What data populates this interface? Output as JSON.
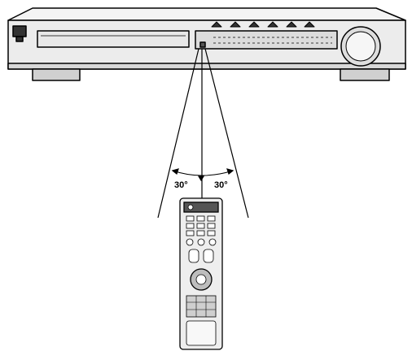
{
  "diagram": {
    "angle_left_label": "30°",
    "angle_right_label": "30°"
  },
  "colors": {
    "line": "#000000",
    "unit_top": "#f2f2f2",
    "unit_front": "#e6e6e6",
    "display_panel": "#d9d9d9",
    "feet": "#cfcfcf",
    "remote_body": "#eeeeee"
  },
  "icons": [
    "receiver-unit",
    "volume-knob",
    "remote-control"
  ]
}
